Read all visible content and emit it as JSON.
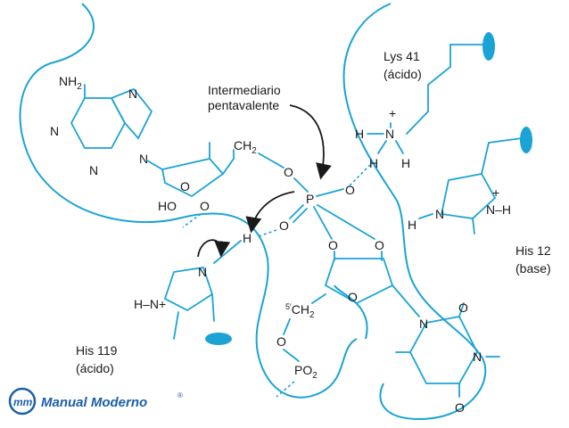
{
  "labels": {
    "intermediate_line1": "Intermediario",
    "intermediate_line2": "pentavalente",
    "lys41_name": "Lys 41",
    "lys41_role": "(ácido)",
    "his12_name": "His 12",
    "his12_role": "(base)",
    "his119_name": "His 119",
    "his119_role": "(ácido)"
  },
  "atoms": {
    "nh2": "NH",
    "nh2_sub": "2",
    "n": "N",
    "o": "O",
    "h": "H",
    "p": "P",
    "ho": "HO",
    "ch2": "CH",
    "ch2_sub": "2",
    "five_prime": "5′",
    "po2": "PO",
    "po2_sub": "2",
    "plus": "+",
    "nh_plus_a": "H–N+",
    "n_minus_h": "N–H"
  },
  "brand": {
    "name": "Manual Moderno",
    "mark": "®"
  },
  "colors": {
    "bond": "#1ba3d6",
    "text": "#1a1a1a",
    "brand": "#1d5fa8"
  }
}
